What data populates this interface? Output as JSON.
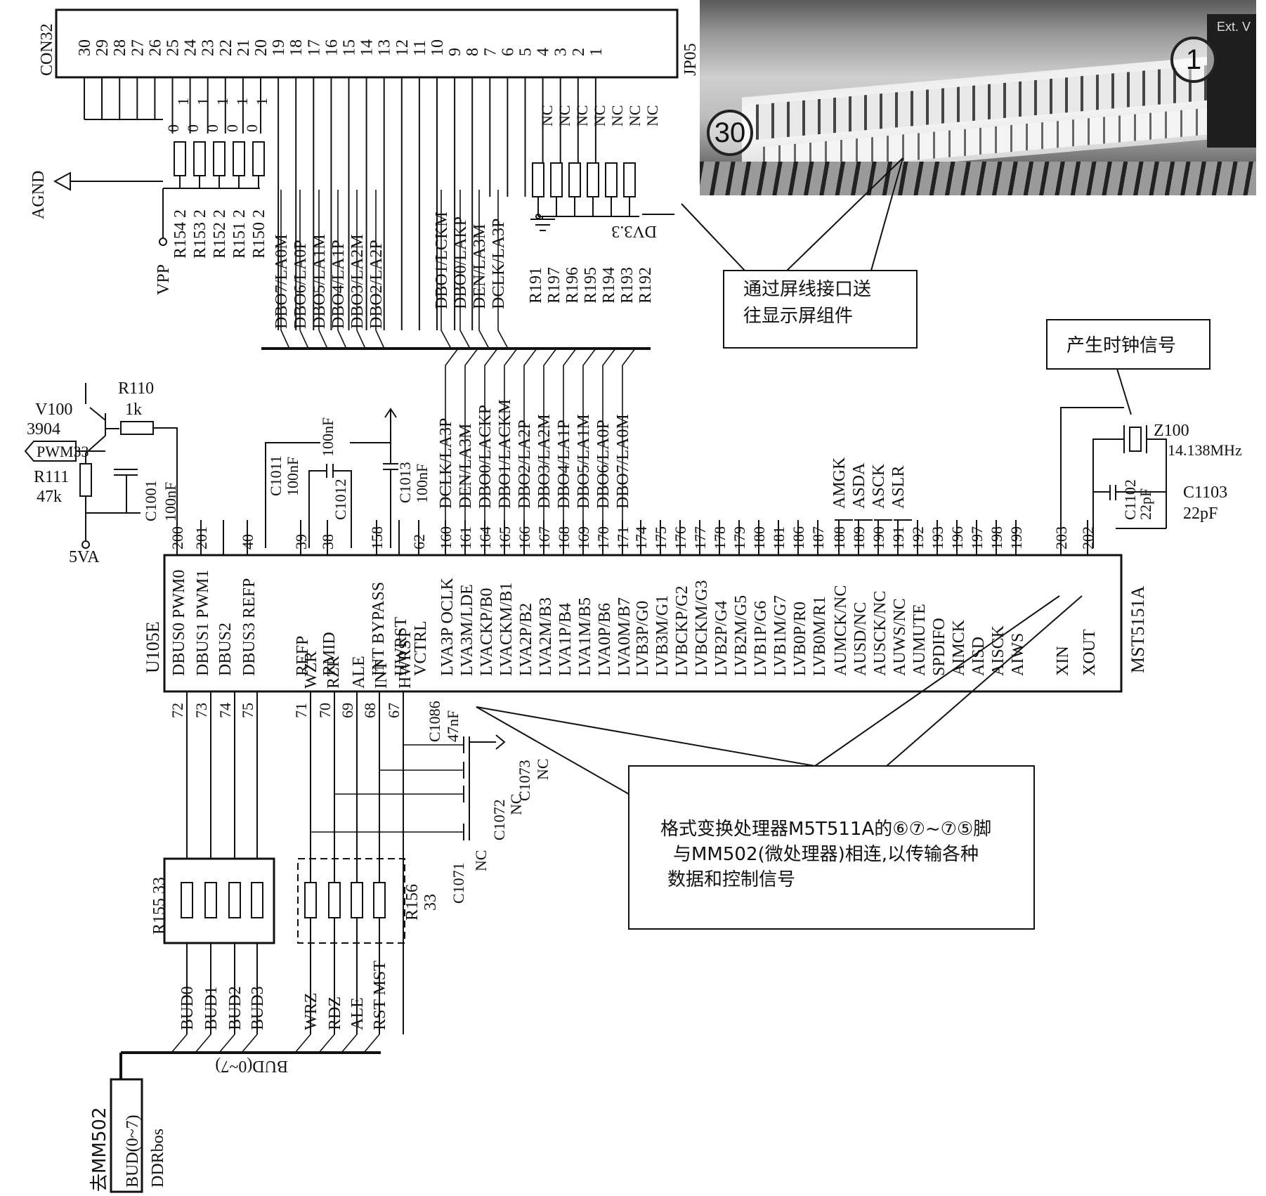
{
  "connector": {
    "name": "CON32",
    "ref": "JP05",
    "pins": [
      "30",
      "29",
      "28",
      "27",
      "26",
      "25",
      "24",
      "23",
      "22",
      "21",
      "20",
      "19",
      "18",
      "17",
      "16",
      "15",
      "14",
      "13",
      "12",
      "11",
      "10",
      "9",
      "8",
      "7",
      "6",
      "5",
      "4",
      "3",
      "2",
      "1"
    ],
    "nc_labels": [
      "NC",
      "NC",
      "NC",
      "NC",
      "NC",
      "NC",
      "NC"
    ],
    "jumper_values": [
      "0",
      "1",
      "0",
      "1",
      "0",
      "1",
      "0",
      "1",
      "0",
      "1"
    ],
    "agnd": "AGND",
    "vpp": "VPP",
    "left_resistors": [
      "R154 2",
      "R153 2",
      "R152 2",
      "R151 2",
      "R150 2"
    ],
    "right_resistors": [
      "R191",
      "R197",
      "R196",
      "R195",
      "R194",
      "R193",
      "R192"
    ],
    "dv": "DV3.3",
    "signals_a": [
      "DBO7/LA0M",
      "DBO6/LA0P",
      "DBO5/LA1M",
      "DBO4/LA1P",
      "DBO3/LA2M",
      "DBO2/LA2P"
    ],
    "signals_b": [
      "DBO1/LCKM",
      "DBO0/LAKP",
      "DEN/LA3M",
      "DCLK/LA3P"
    ]
  },
  "photo_callout": "通过屏线接口送往显示屏组件",
  "clock_callout": "产生时钟信号",
  "photo": {
    "pin_first": "1",
    "pin_last": "30",
    "corner_text": "Ext. V"
  },
  "transistor": {
    "ref": "V100",
    "part": "3904",
    "pwm": "PWM33",
    "r110": "R110",
    "r110_val": "1k",
    "r111": "R111",
    "r111_val": "47k",
    "c1001": "C1001",
    "c1001_val": "100nF",
    "supply": "5VA"
  },
  "top_caps": [
    {
      "ref": "C1011",
      "val": "100nF"
    },
    {
      "ref": "C1012",
      "val": "100nF"
    },
    {
      "ref": "C1013",
      "val": "100nF"
    }
  ],
  "crystal": {
    "ref": "Z100",
    "freq": "14.138MHz",
    "c1102": "C1102",
    "c1102_val": "22pF",
    "c1103": "C1103",
    "c1103_val": "22pF"
  },
  "chip": {
    "ref": "U105E",
    "part": "MST5151A",
    "top_pins": [
      {
        "num": "200",
        "name": "DBUS0 PWM0"
      },
      {
        "num": "201",
        "name": "DBUS1 PWM1"
      },
      {
        "num": "",
        "name": "DBUS2"
      },
      {
        "num": "40",
        "name": "DBUS3 REFP"
      },
      {
        "num": "39",
        "name": "REFP"
      },
      {
        "num": "38",
        "name": "RMID"
      },
      {
        "num": "158",
        "name": "INT BYPASS"
      },
      {
        "num": "",
        "name": "HWRST"
      },
      {
        "num": "62",
        "name": "VCTRL"
      },
      {
        "num": "160",
        "name": "LVA3P OCLK",
        "sig": "DCLK/LA3P"
      },
      {
        "num": "161",
        "name": "LVA3M/LDE",
        "sig": "DEN/LA3M"
      },
      {
        "num": "164",
        "name": "LVACKP/B0",
        "sig": "DBO0/LACKP"
      },
      {
        "num": "165",
        "name": "LVACKM/B1",
        "sig": "DBO1/LACKM"
      },
      {
        "num": "166",
        "name": "LVA2P/B2",
        "sig": "DBO2/LA2P"
      },
      {
        "num": "167",
        "name": "LVA2M/B3",
        "sig": "DBO3/LA2M"
      },
      {
        "num": "168",
        "name": "LVA1P/B4",
        "sig": "DBO4/LA1P"
      },
      {
        "num": "169",
        "name": "LVA1M/B5",
        "sig": "DBO5/LA1M"
      },
      {
        "num": "170",
        "name": "LVA0P/B6",
        "sig": "DBO6/LA0P"
      },
      {
        "num": "171",
        "name": "LVA0M/B7",
        "sig": "DBO7/LA0M"
      },
      {
        "num": "174",
        "name": "LVB3P/G0"
      },
      {
        "num": "175",
        "name": "LVB3M/G1"
      },
      {
        "num": "176",
        "name": "LVBCKP/G2"
      },
      {
        "num": "177",
        "name": "LVBCKM/G3"
      },
      {
        "num": "178",
        "name": "LVB2P/G4"
      },
      {
        "num": "179",
        "name": "LVB2M/G5"
      },
      {
        "num": "180",
        "name": "LVB1P/G6"
      },
      {
        "num": "181",
        "name": "LVB1M/G7"
      },
      {
        "num": "186",
        "name": "LVB0P/R0"
      },
      {
        "num": "187",
        "name": "LVB0M/R1"
      },
      {
        "num": "188",
        "name": "AUMCK/NC",
        "sig": "AMGK"
      },
      {
        "num": "189",
        "name": "AUSD/NC",
        "sig": "ASDA"
      },
      {
        "num": "190",
        "name": "AUSCK/NC",
        "sig": "ASCK"
      },
      {
        "num": "191",
        "name": "AUWS/NC",
        "sig": "ASLR"
      },
      {
        "num": "192",
        "name": "AUMUTE"
      },
      {
        "num": "193",
        "name": "SPDIFO"
      },
      {
        "num": "196",
        "name": "AIMCK"
      },
      {
        "num": "197",
        "name": "AISD"
      },
      {
        "num": "198",
        "name": "AISCK"
      },
      {
        "num": "199",
        "name": "AIWS"
      },
      {
        "num": "203",
        "name": "XIN"
      },
      {
        "num": "202",
        "name": "XOUT"
      }
    ],
    "bottom_pins": [
      {
        "num": "72",
        "net": "BUD0"
      },
      {
        "num": "73",
        "net": "BUD1"
      },
      {
        "num": "74",
        "net": "BUD2"
      },
      {
        "num": "75",
        "net": "BUD3"
      },
      {
        "num": "71",
        "net": "WRZ"
      },
      {
        "num": "70",
        "net": "RDZ"
      },
      {
        "num": "69",
        "net": "ALE"
      },
      {
        "num": "68",
        "net": "RST MST"
      },
      {
        "num": "67",
        "net": ""
      }
    ],
    "bottom_inner": [
      "WZR",
      "RZR",
      "ALE",
      "INT",
      "HWRST"
    ]
  },
  "bottom_caps": [
    {
      "ref": "C1086",
      "val": "47nF"
    },
    {
      "ref": "C1073",
      "val": "NC"
    },
    {
      "ref": "C1072",
      "val": "NC"
    },
    {
      "ref": "C1071",
      "val": "NC"
    }
  ],
  "r155": "R155 33",
  "r156": "R156",
  "r156_val": "33",
  "bud_bus": "BUD(0~7)",
  "mm502": {
    "to": "去MM502",
    "bus": "BUD(0~7)",
    "pkg": "DDRbos"
  },
  "format_callout": {
    "line1": "格式变换处理器M5T511A的⑥⑦~⑦⑤脚",
    "line2": "与MM502(微处理器)相连,以传输各种",
    "line3": "数据和控制信号"
  }
}
